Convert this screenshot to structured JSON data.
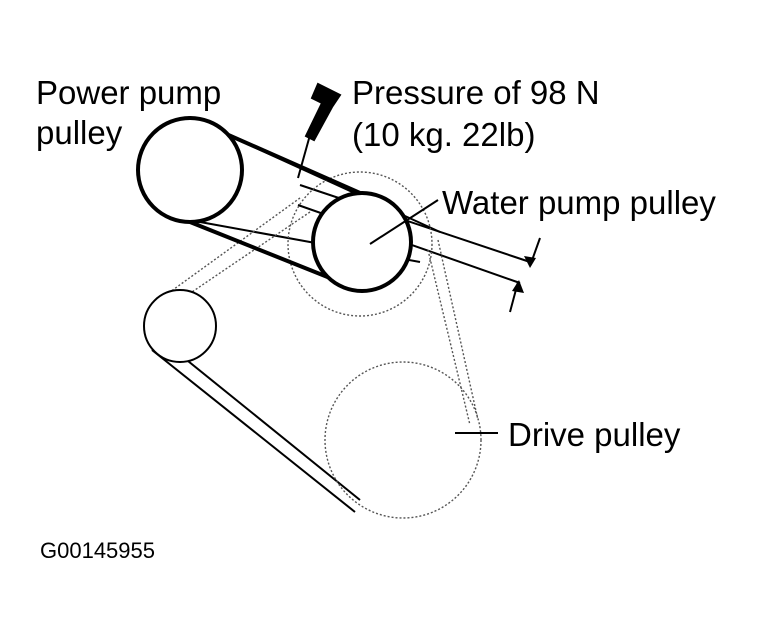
{
  "labels": {
    "power_pump_line1": "Power pump",
    "power_pump_line2": "pulley",
    "pressure_line1": "Pressure of 98 N",
    "pressure_line2": "(10 kg. 22lb)",
    "water_pump": "Water pump pulley",
    "drive_pulley": "Drive pulley",
    "figure_code": "G00145955"
  }
}
